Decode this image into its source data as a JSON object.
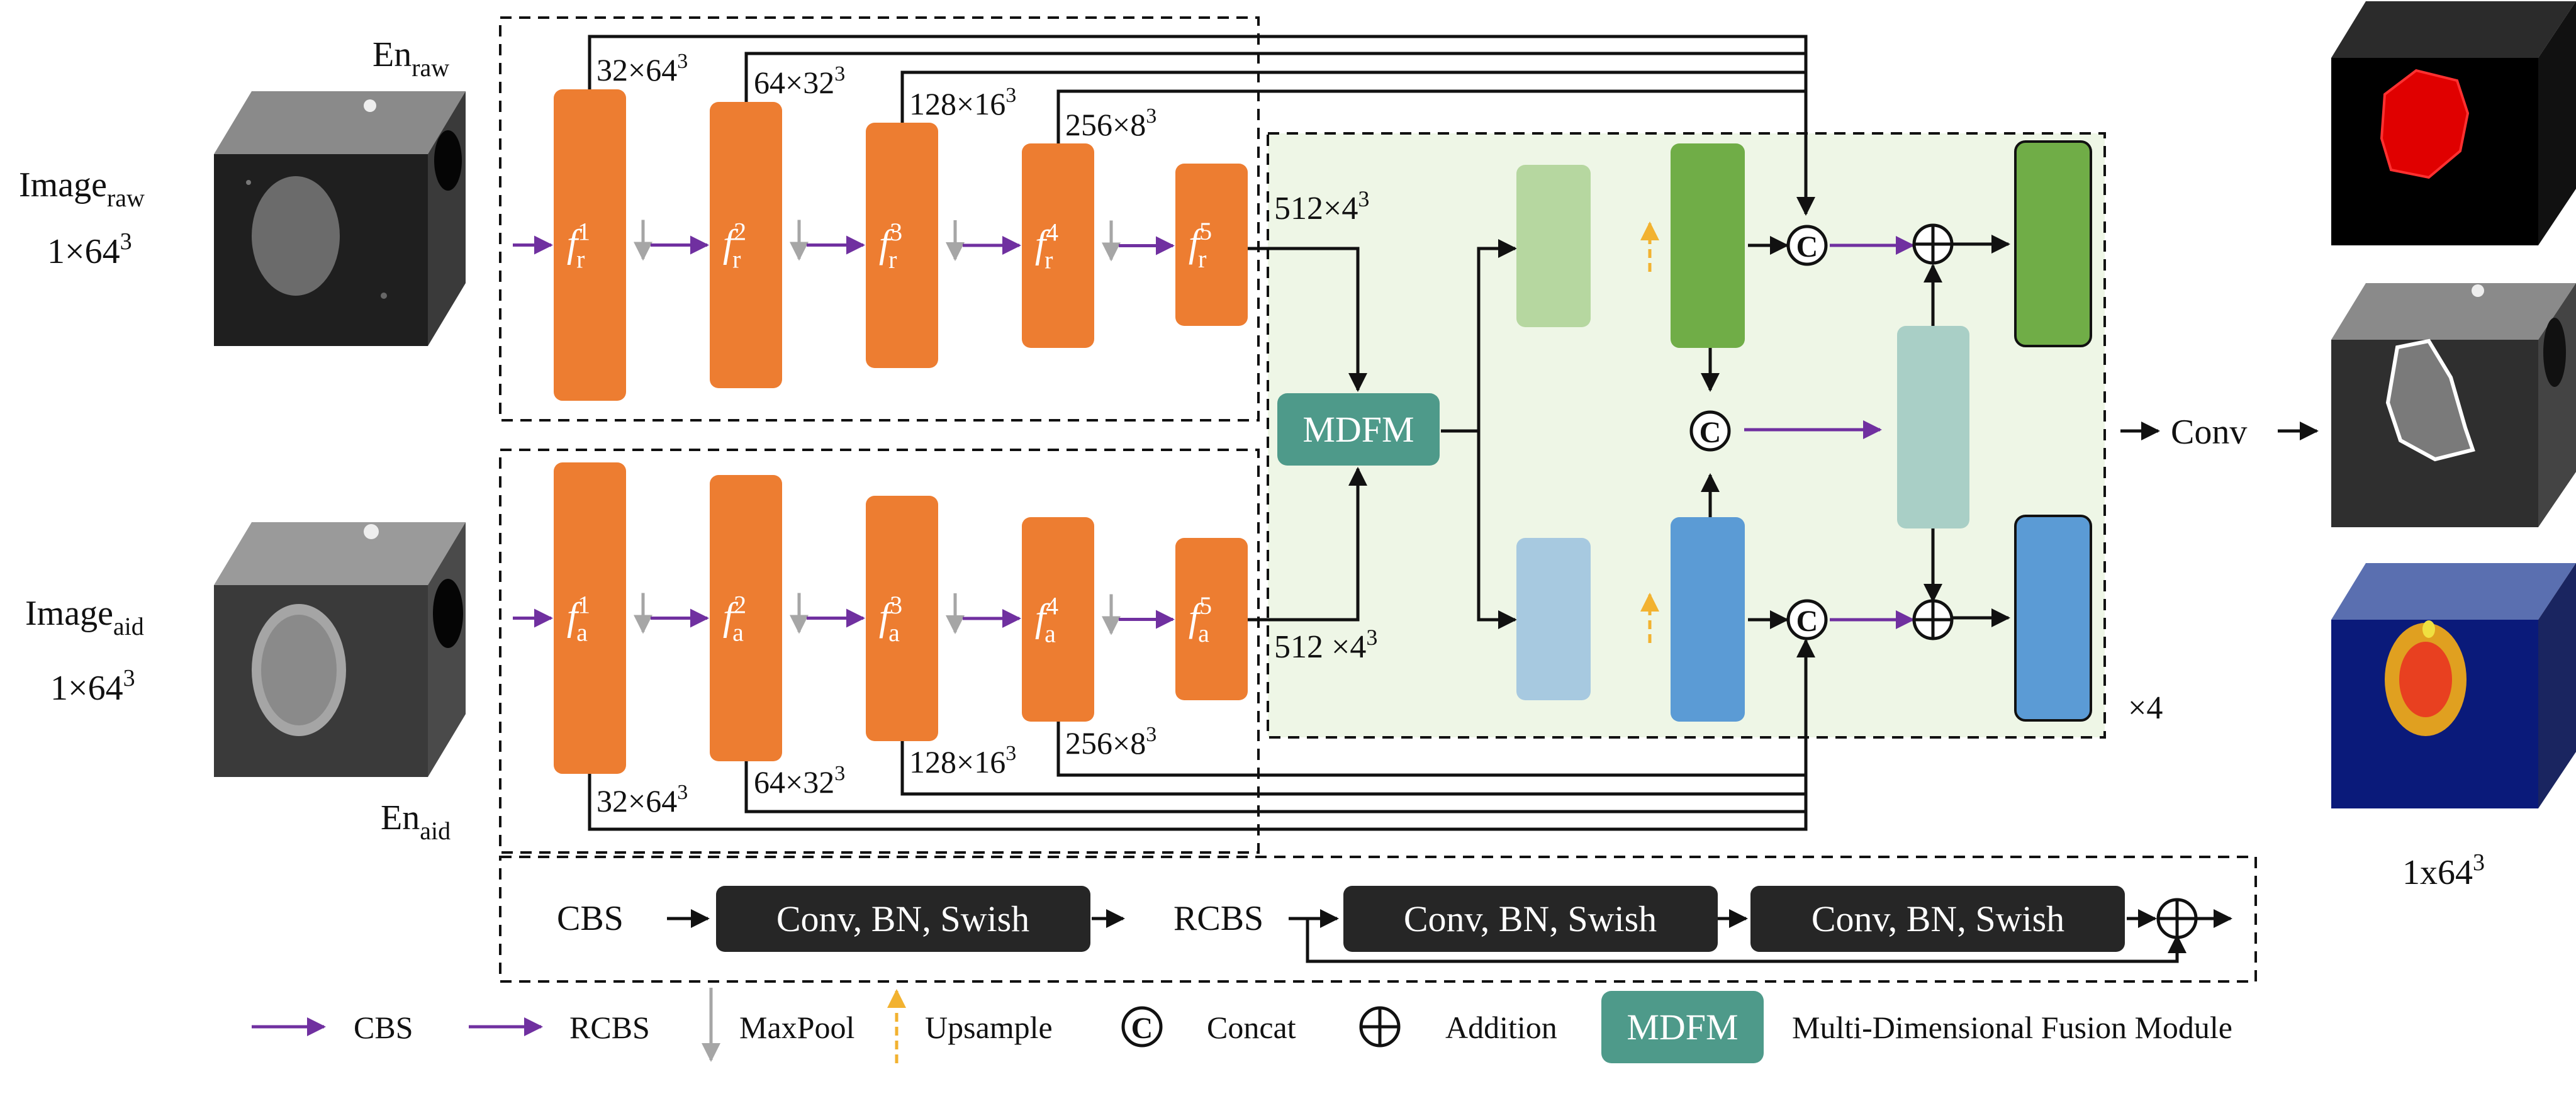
{
  "inputs": {
    "raw": {
      "name_base": "Image",
      "name_sub": "raw",
      "size_base": "1×64",
      "size_sup": "3"
    },
    "aid": {
      "name_base": "Image",
      "name_sub": "aid",
      "size_base": "1×64",
      "size_sup": "3"
    }
  },
  "encoders": {
    "raw": {
      "label_base": "En",
      "label_sub": "raw",
      "block_sub": "r"
    },
    "aid": {
      "label_base": "En",
      "label_sub": "aid",
      "block_sub": "a"
    }
  },
  "blocks": [
    {
      "sup": "1",
      "dim_base": "32×64",
      "dim_sup": "3"
    },
    {
      "sup": "2",
      "dim_base": "64×32",
      "dim_sup": "3"
    },
    {
      "sup": "3",
      "dim_base": "128×16",
      "dim_sup": "3"
    },
    {
      "sup": "4",
      "dim_base": "256×8",
      "dim_sup": "3"
    },
    {
      "sup": "5",
      "dim_base": "",
      "dim_sup": ""
    }
  ],
  "bottleneck": {
    "raw": {
      "base": "512×4",
      "sup": "3"
    },
    "aid": {
      "base": "512 ×4",
      "sup": "3"
    }
  },
  "block_letter": "f",
  "fusion": {
    "mdfm_label": "MDFM",
    "repeat": "×4"
  },
  "symbols": {
    "concat": "C"
  },
  "output": {
    "conv_label": "Conv",
    "size_base": "1x64",
    "size_sup": "3"
  },
  "definitions": {
    "cbs": {
      "label": "CBS",
      "block": "Conv, BN, Swish"
    },
    "rcbs": {
      "label": "RCBS",
      "block": "Conv, BN, Swish"
    }
  },
  "legend": {
    "cbs": "CBS",
    "rcbs": "RCBS",
    "maxpool": "MaxPool",
    "upsample": "Upsample",
    "concat": "Concat",
    "addition": "Addition",
    "mdfm_box": "MDFM",
    "mdfm_text": "Multi-Dimensional Fusion Module"
  },
  "colors": {
    "orange": "#ED7D31",
    "purple": "#7030A0",
    "teal": "#4E9A8A",
    "panel": "#EEF6E6",
    "green_light": "#B6D7A0",
    "green": "#70AD47",
    "blue_light": "#A7C9E0",
    "blue": "#5B9BD5",
    "grey_teal": "#A9CFC6",
    "gray": "#A6A6A6",
    "yellow": "#F2B230",
    "black_block": "#262626"
  }
}
